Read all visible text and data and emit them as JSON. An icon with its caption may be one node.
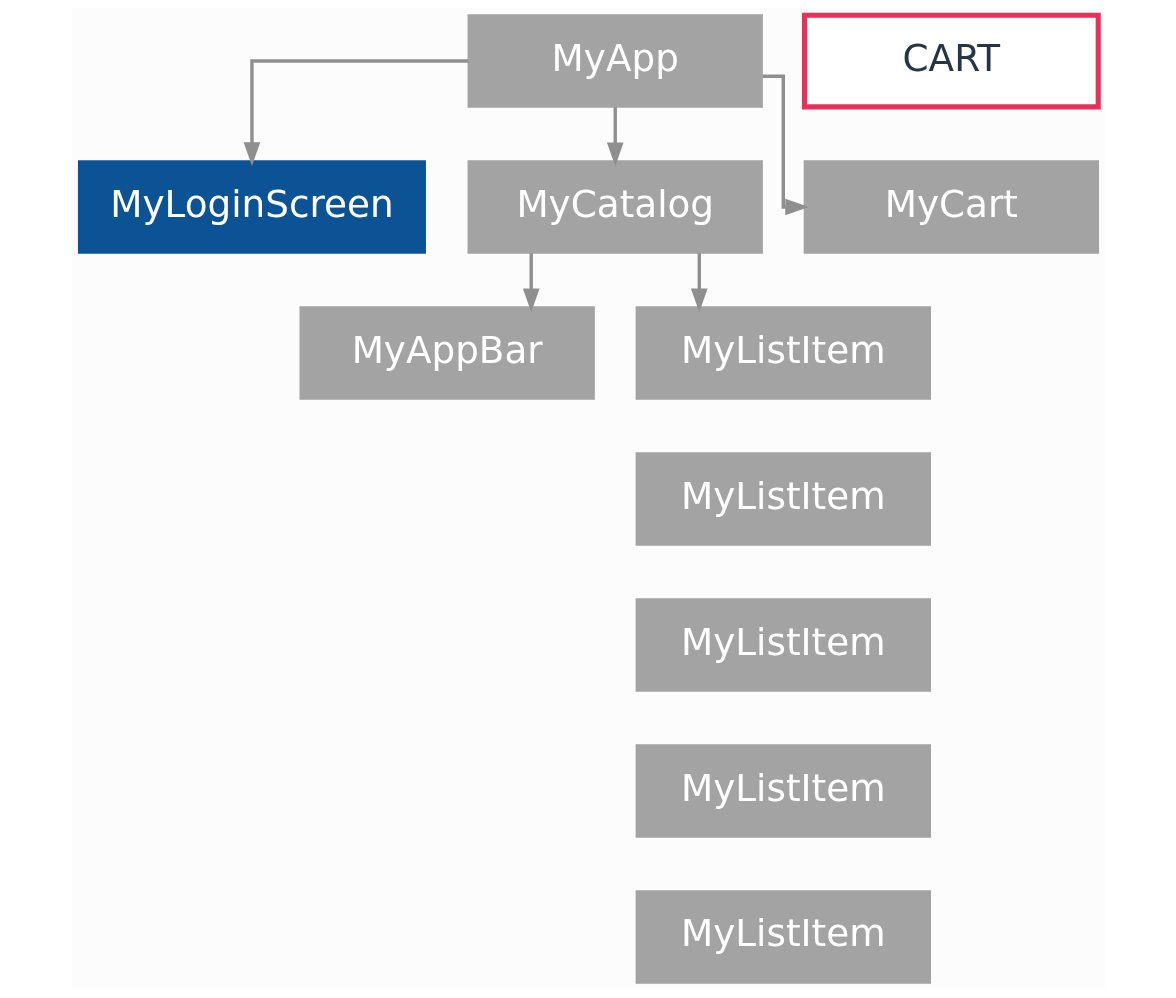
{
  "diagram": {
    "nodes": [
      {
        "text": [
          "MyApp"
        ]
      },
      {
        "text": [
          "CART"
        ]
      },
      {
        "text": [
          "MyLoginScreen"
        ]
      },
      {
        "text": [
          "MyCatalog"
        ]
      },
      {
        "text": [
          "MyCart"
        ]
      },
      {
        "text": [
          "MyAppBar"
        ]
      },
      {
        "text": [
          "MyListItem"
        ]
      },
      {
        "text": [
          "MyListItem"
        ]
      },
      {
        "text": [
          "MyListItem"
        ]
      },
      {
        "text": [
          "MyListItem"
        ]
      },
      {
        "text": [
          "MyListItem"
        ]
      }
    ],
    "edges": [
      {
        "from": 0,
        "to": 2,
        "arrow": "to"
      },
      {
        "from": 0,
        "to": 3,
        "arrow": "to"
      },
      {
        "from": 0,
        "to": 4,
        "arrow": "to"
      },
      {
        "from": 3,
        "to": 5,
        "arrow": "to"
      },
      {
        "from": 3,
        "to": 6,
        "arrow": "to"
      }
    ]
  }
}
